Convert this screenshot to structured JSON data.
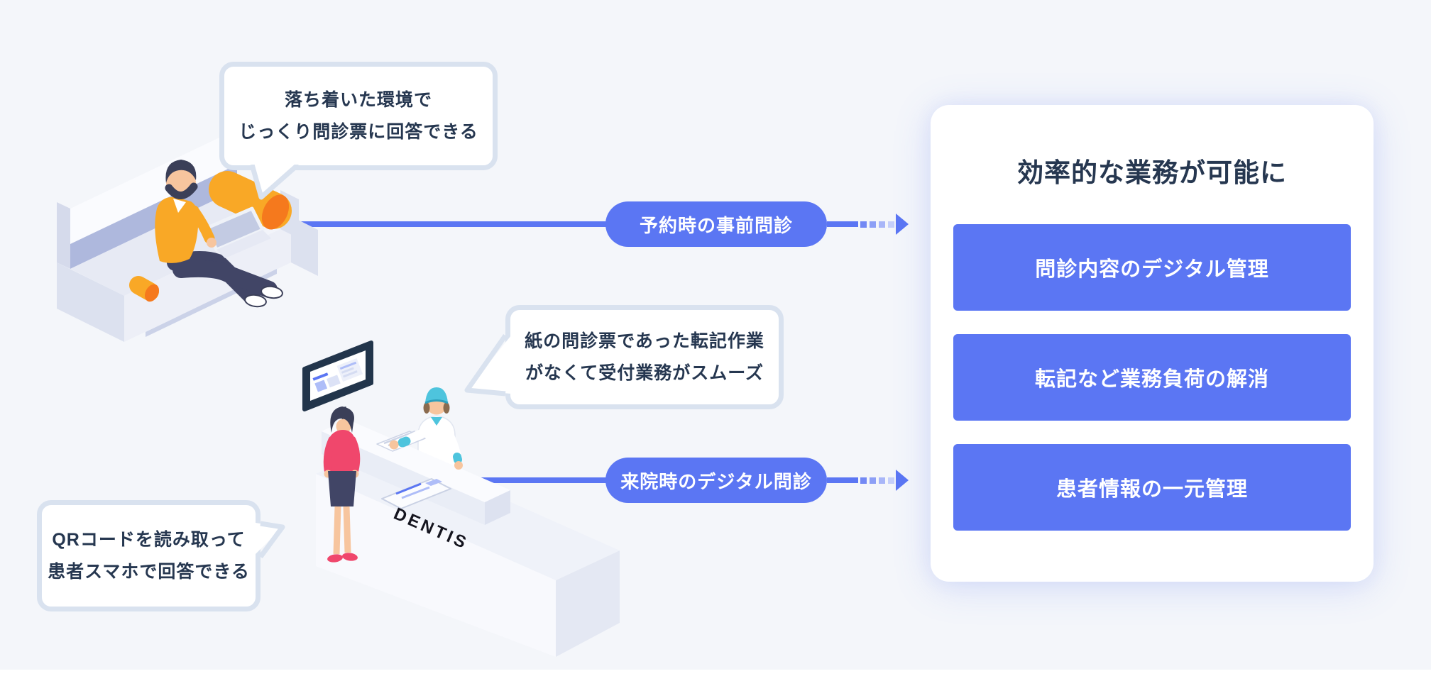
{
  "background": {
    "color": "#F4F6FA",
    "bottom_strip_color": "#FFFFFF"
  },
  "colors": {
    "accent_blue": "#5B76F3",
    "navy_text": "#263750",
    "bubble_border": "#D9E2EF",
    "card_bg": "#FFFFFF",
    "orange": "#F9A826",
    "pink": "#F0476C",
    "teal": "#4EC4DD"
  },
  "bubbles": [
    {
      "id": "relaxed-answer",
      "lines": [
        "落ち着いた環境で",
        "じっくり問診票に回答できる"
      ]
    },
    {
      "id": "no-transcription",
      "lines": [
        "紙の問診票であった転記作業",
        "がなくて受付業務がスムーズ"
      ]
    },
    {
      "id": "qr-smartphone",
      "lines": [
        "QRコードを読み取って",
        "患者スマホで回答できる"
      ]
    }
  ],
  "flows": [
    {
      "label": "予約時の事前問診"
    },
    {
      "label": "来院時のデジタル問診"
    }
  ],
  "result_card": {
    "title": "効率的な業務が可能に",
    "items": [
      "問診内容のデジタル管理",
      "転記など業務負荷の解消",
      "患者情報の一元管理"
    ]
  },
  "illustrations": {
    "couch_scene": "person-on-sofa-answering-questionnaire-on-laptop",
    "reception_scene": "reception-desk-with-staff-and-patient",
    "desk_brand": "DENTIS"
  }
}
